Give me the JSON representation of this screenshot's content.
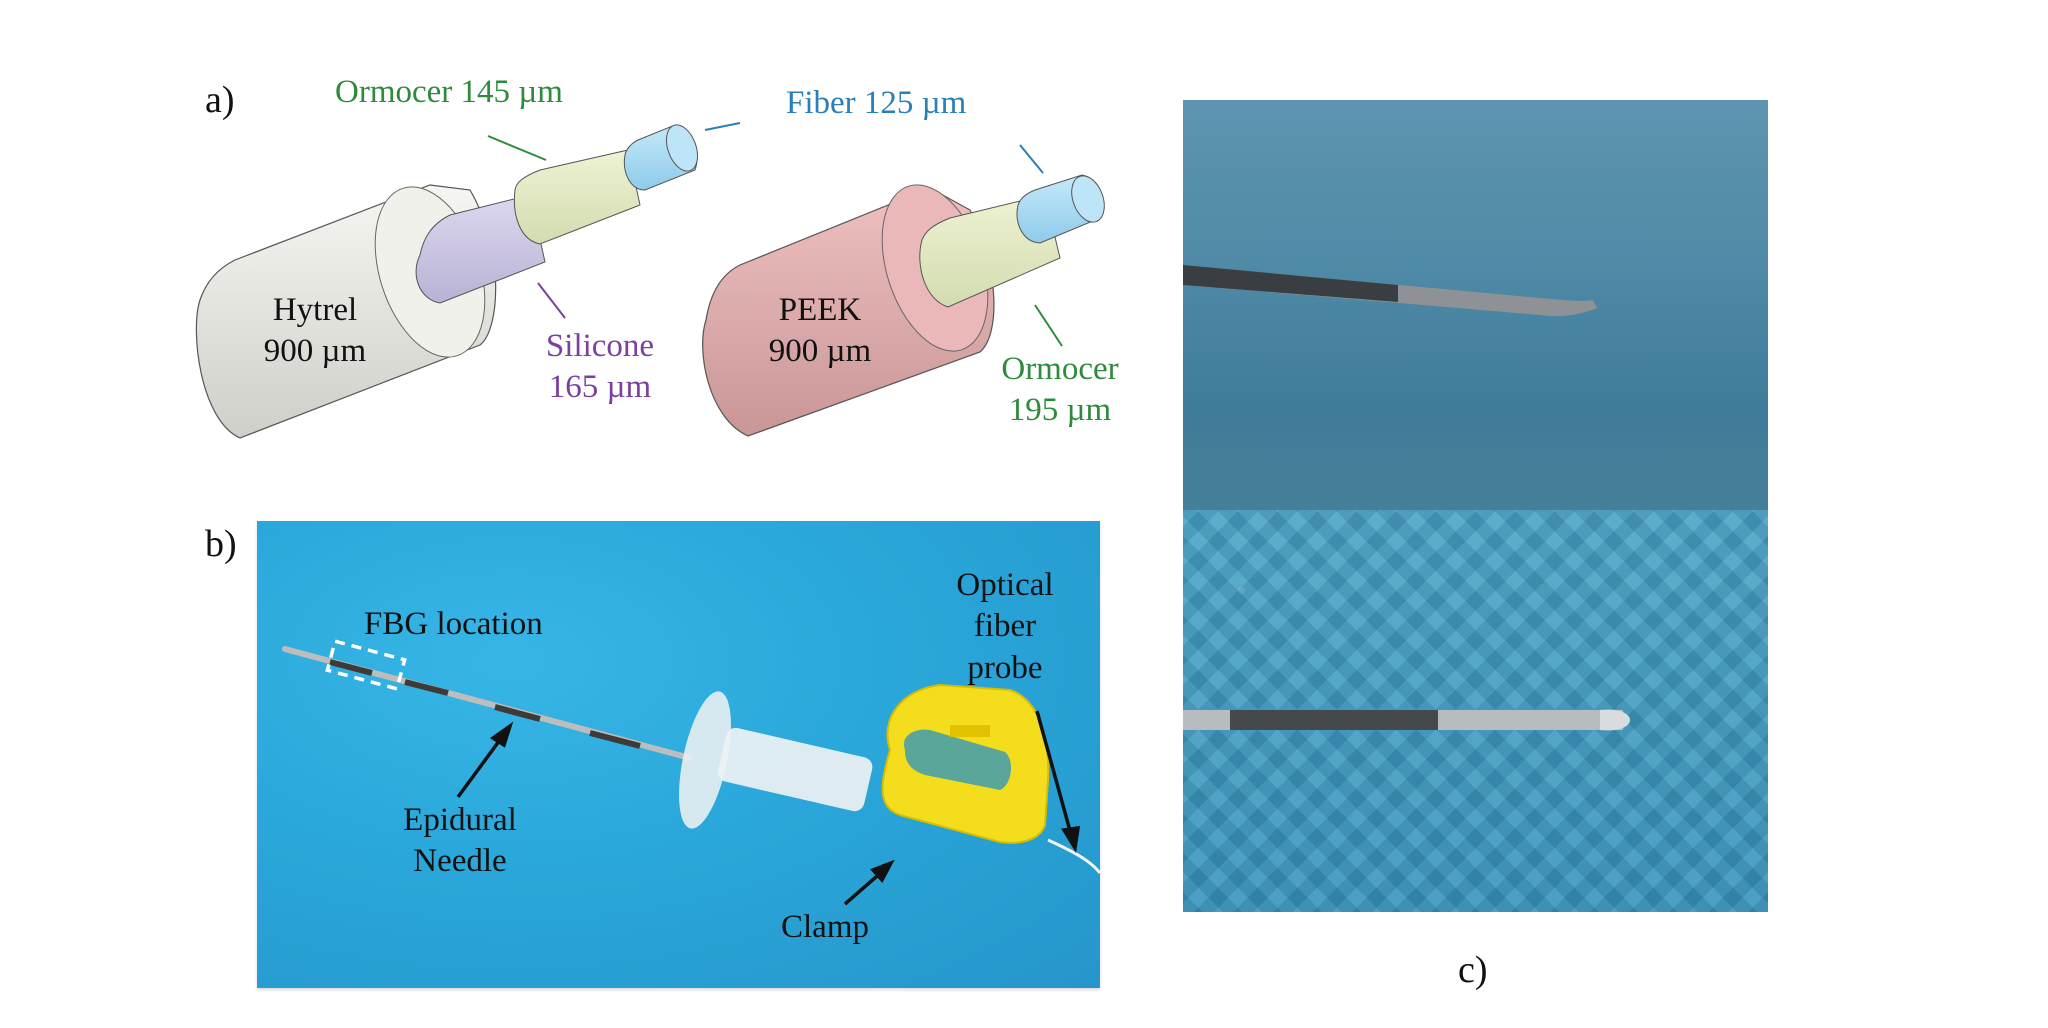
{
  "figure": {
    "panels": [
      {
        "id": "a",
        "label": "a)",
        "type": "3d-cable-cross-section-diagram",
        "cables": [
          {
            "name": "hytrel-cable",
            "jacket": {
              "material": "Hytrel",
              "diameter": "900 µm",
              "color": "#e9e8e2"
            },
            "layers": [
              {
                "material": "Silicone",
                "diameter": "165 µm",
                "color": "#cbc5e3"
              },
              {
                "material": "Ormocer",
                "diameter": "145 µm",
                "color": "#e4ebc2"
              },
              {
                "material": "Fiber",
                "diameter": "125 µm",
                "color": "#a9dbf3"
              }
            ]
          },
          {
            "name": "peek-cable",
            "jacket": {
              "material": "PEEK",
              "diameter": "900 µm",
              "color": "#e2aeae"
            },
            "layers": [
              {
                "material": "Ormocer",
                "diameter": "195 µm",
                "color": "#e4ebc2"
              },
              {
                "material": "Fiber",
                "diameter": "125 µm",
                "color": "#a9dbf3"
              }
            ]
          }
        ],
        "annotations": {
          "ormocer_145": "Ormocer 145 µm",
          "fiber_125": "Fiber 125 µm",
          "hytrel_line1": "Hytrel",
          "hytrel_line2": "900 µm",
          "silicone_line1": "Silicone",
          "silicone_line2": "165 µm",
          "peek_line1": "PEEK",
          "peek_line2": "900 µm",
          "ormocer195_line1": "Ormocer",
          "ormocer195_line2": "195 µm"
        },
        "colors": {
          "ormocer_text": "#2e8b3c",
          "fiber_text": "#2a7fb8",
          "silicone_text": "#7b3fa0",
          "dimension_text": "#111111"
        }
      },
      {
        "id": "b",
        "label": "b)",
        "type": "photo",
        "annotations": {
          "fbg": "FBG location",
          "needle_line1": "Epidural",
          "needle_line2": "Needle",
          "clamp": "Clamp",
          "probe_line1": "Optical",
          "probe_line2": "fiber",
          "probe_line3": "probe"
        }
      },
      {
        "id": "c",
        "label": "c)",
        "type": "photo-pair",
        "views": [
          "side view of needle tip",
          "top view of needle tip"
        ]
      }
    ]
  }
}
